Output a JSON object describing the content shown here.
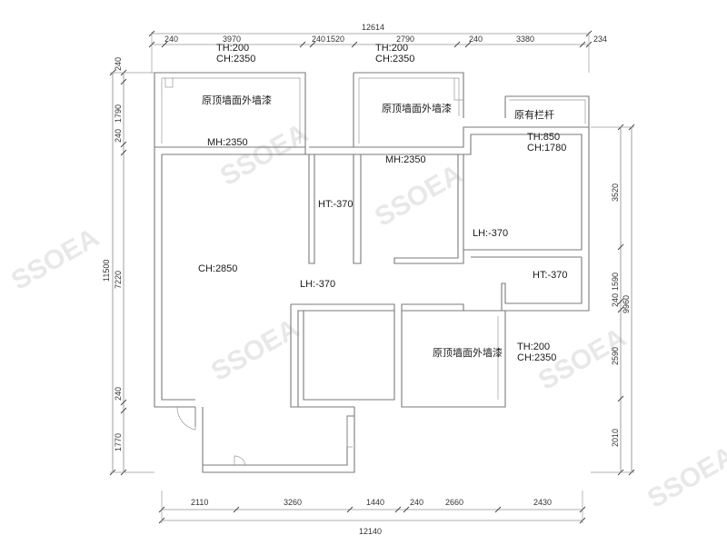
{
  "dimensions": {
    "top_total": "12614",
    "top_segments": [
      "240",
      "3970",
      "240",
      "1520",
      "2790",
      "240",
      "3380",
      "234"
    ],
    "bottom_total": "12140",
    "bottom_segments": [
      "2110",
      "3260",
      "1440",
      "240",
      "2660",
      "2430"
    ],
    "left_total": "11500",
    "left_segments": [
      "240",
      "1790",
      "240",
      "7220",
      "240",
      "1770"
    ],
    "right_total": "9960",
    "right_segments": [
      "3520",
      "1590",
      "240",
      "2590",
      "2010"
    ]
  },
  "annotations": {
    "th_200_a": "TH:200",
    "ch_2350_a": "CH:2350",
    "th_200_b": "TH:200",
    "ch_2350_b": "CH:2350",
    "balcony_left_note": "原顶墙面外墙漆",
    "balcony_mid_note": "原顶墙面外墙漆",
    "railing_note": "原有栏杆",
    "mh_2350_left": "MH:2350",
    "mh_2350_mid": "MH:2350",
    "th_850": "TH:850",
    "ch_1780": "CH:1780",
    "ht_neg370_a": "HT:-370",
    "lh_neg370_a": "LH:-370",
    "ch_2850": "CH:2850",
    "lh_neg370_b": "LH:-370",
    "ht_neg370_b": "HT:-370",
    "balcony_bottom_note": "原顶墙面外墙漆",
    "th_200_c": "TH:200",
    "ch_2350_c": "CH:2350"
  }
}
